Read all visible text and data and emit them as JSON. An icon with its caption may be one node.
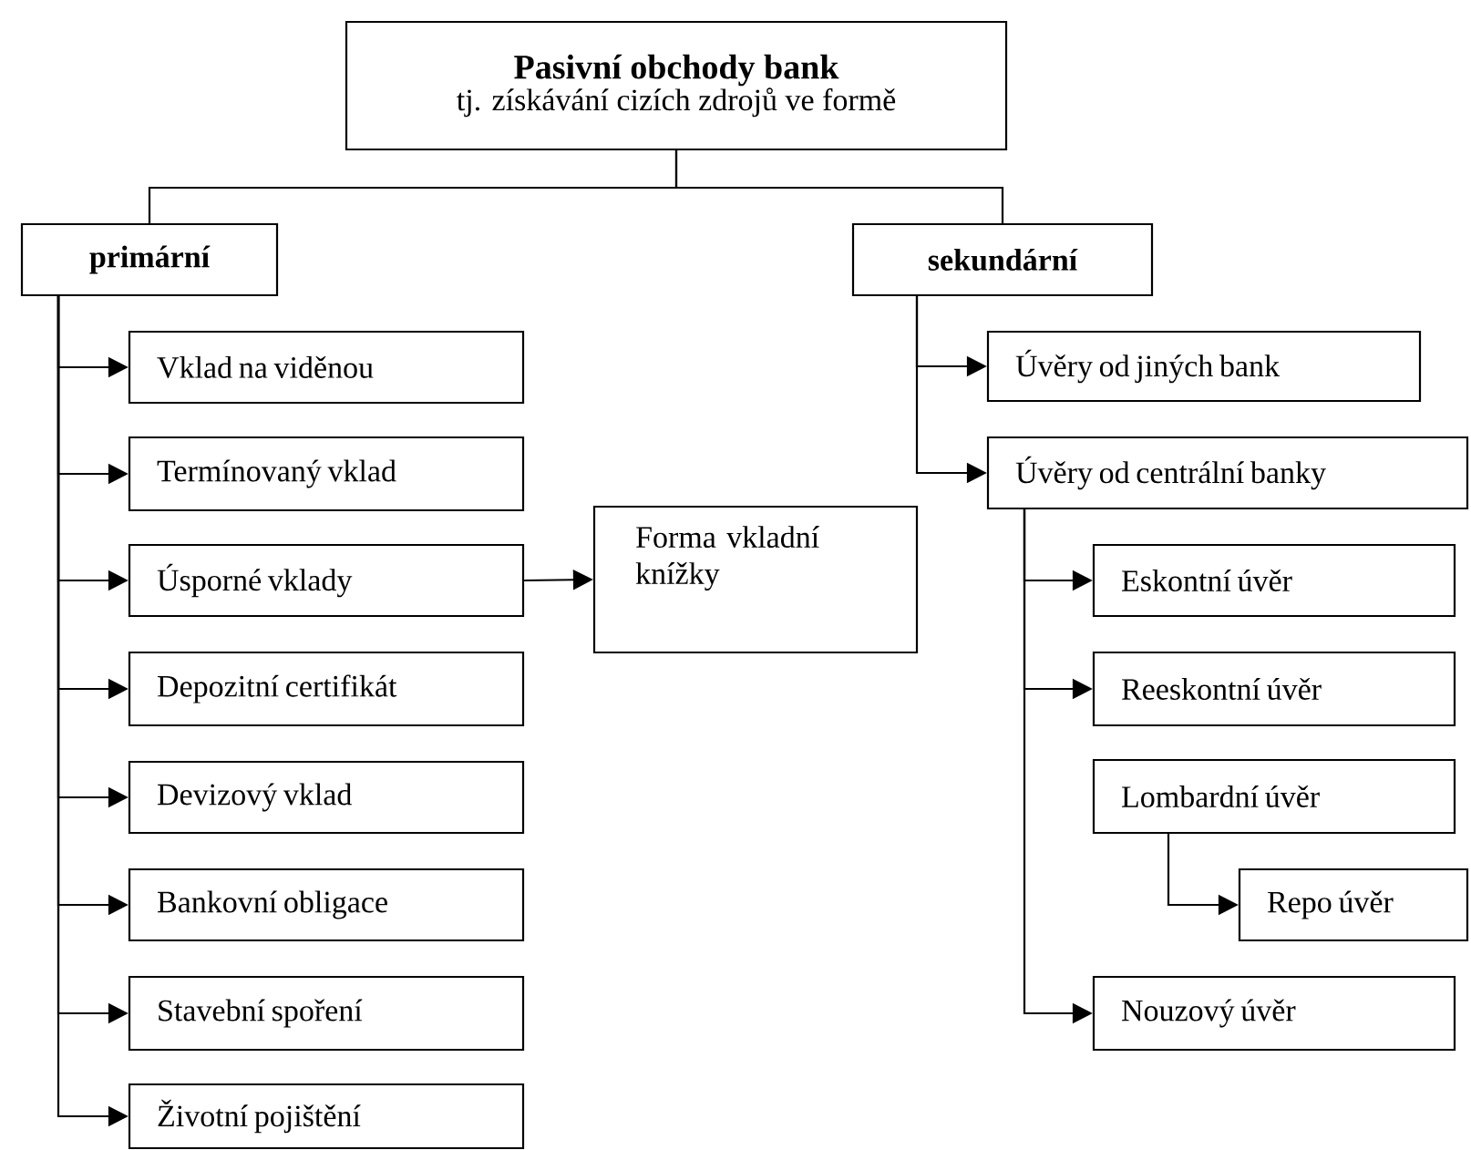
{
  "diagram": {
    "nodes": [
      {
        "text": [
          "Pasivní obchody bank",
          "tj. získávání cizích zdrojů ve formě"
        ]
      },
      {
        "text": [
          "primární"
        ]
      },
      {
        "text": [
          "Vklad na viděnou"
        ]
      },
      {
        "text": [
          "Termínovaný vklad"
        ]
      },
      {
        "text": [
          "Úsporné vklady"
        ]
      },
      {
        "text": [
          "Depozitní certifikát"
        ]
      },
      {
        "text": [
          "Devizový vklad"
        ]
      },
      {
        "text": [
          "Bankovní obligace"
        ]
      },
      {
        "text": [
          "Stavební spoření"
        ]
      },
      {
        "text": [
          "Životní pojištění"
        ]
      },
      {
        "text": [
          "Forma vkladní knížky"
        ]
      },
      {
        "text": [
          "sekundární"
        ]
      },
      {
        "text": [
          "Úvěry od jiných bank"
        ]
      },
      {
        "text": [
          "Úvěry od centrální banky"
        ]
      },
      {
        "text": [
          "Eskontní úvěr"
        ]
      },
      {
        "text": [
          "Reeskontní úvěr"
        ]
      },
      {
        "text": [
          "Lombardní úvěr"
        ]
      },
      {
        "text": [
          "Repo úvěr"
        ]
      },
      {
        "text": [
          "Nouzový úvěr"
        ]
      }
    ],
    "edges": [
      {
        "from": 0,
        "to": 1,
        "arrow": "none"
      },
      {
        "from": 0,
        "to": 11,
        "arrow": "none"
      },
      {
        "from": 1,
        "to": 2,
        "arrow": "to"
      },
      {
        "from": 1,
        "to": 3,
        "arrow": "to"
      },
      {
        "from": 1,
        "to": 4,
        "arrow": "to"
      },
      {
        "from": 1,
        "to": 5,
        "arrow": "to"
      },
      {
        "from": 1,
        "to": 6,
        "arrow": "to"
      },
      {
        "from": 1,
        "to": 7,
        "arrow": "to"
      },
      {
        "from": 1,
        "to": 8,
        "arrow": "to"
      },
      {
        "from": 1,
        "to": 9,
        "arrow": "to"
      },
      {
        "from": 4,
        "to": 10,
        "arrow": "to"
      },
      {
        "from": 11,
        "to": 12,
        "arrow": "to"
      },
      {
        "from": 11,
        "to": 13,
        "arrow": "to"
      },
      {
        "from": 13,
        "to": 14,
        "arrow": "to"
      },
      {
        "from": 13,
        "to": 15,
        "arrow": "to"
      },
      {
        "from": 13,
        "to": 18,
        "arrow": "to"
      },
      {
        "from": 16,
        "to": 17,
        "arrow": "to"
      }
    ]
  }
}
